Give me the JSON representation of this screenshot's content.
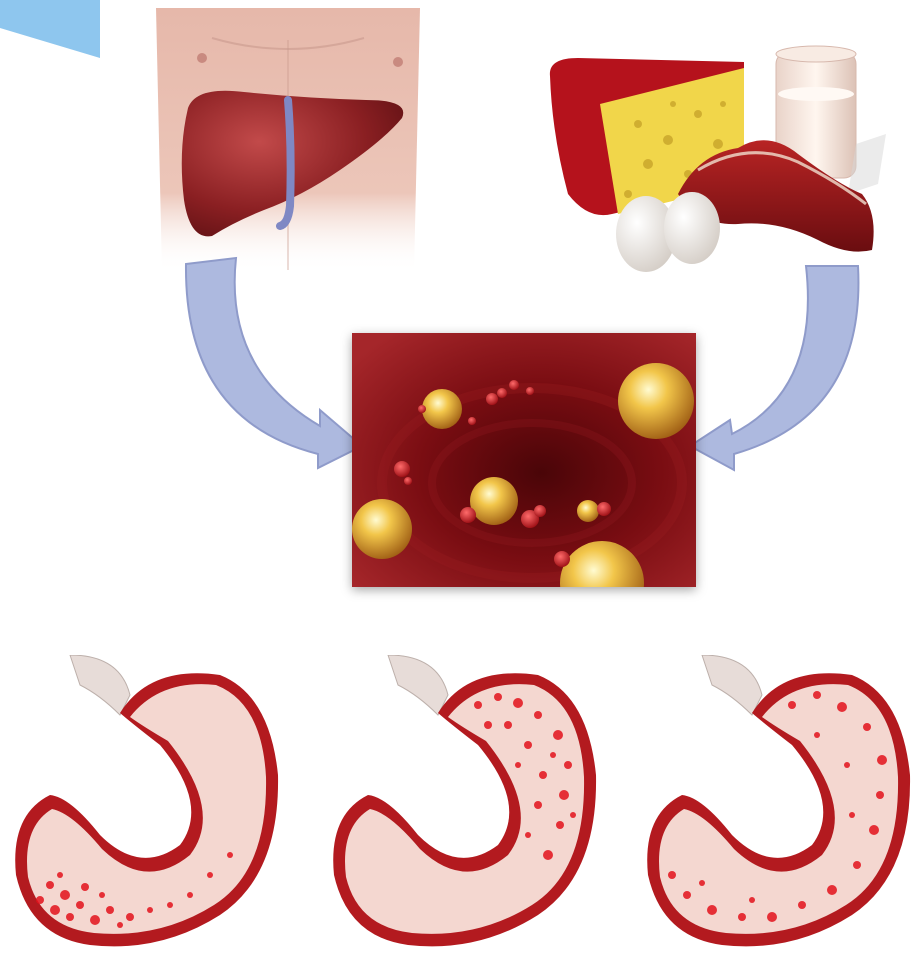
{
  "colors": {
    "corner_tab": "#8ec6ee",
    "skin": "#e9c1b4",
    "liver": "#8a1f22",
    "bile_duct": "#7f88c4",
    "arrow_fill": "#a9b6de",
    "arrow_stroke": "#8a96c8",
    "cheese_rind": "#b5121c",
    "cheese_body": "#f1d64a",
    "blood": "#7a0d12",
    "fat_globule": "#f2c64a",
    "stomach_lining": "#f4d7d0",
    "inflammation": "#e3121c"
  },
  "panels": {
    "liver": {
      "icon": "liver-icon"
    },
    "foods": {
      "icon": "food-icon",
      "items": [
        "cheese-icon",
        "milk-glass-icon",
        "egg-icon",
        "meat-icon"
      ]
    },
    "blood_vessel": {
      "icon": "blood-vessel-icon"
    },
    "stomachs": [
      {
        "icon": "stomach-icon",
        "spot_level": 0.35
      },
      {
        "icon": "stomach-icon",
        "spot_level": 0.6
      },
      {
        "icon": "stomach-icon",
        "spot_level": 0.85
      }
    ]
  }
}
